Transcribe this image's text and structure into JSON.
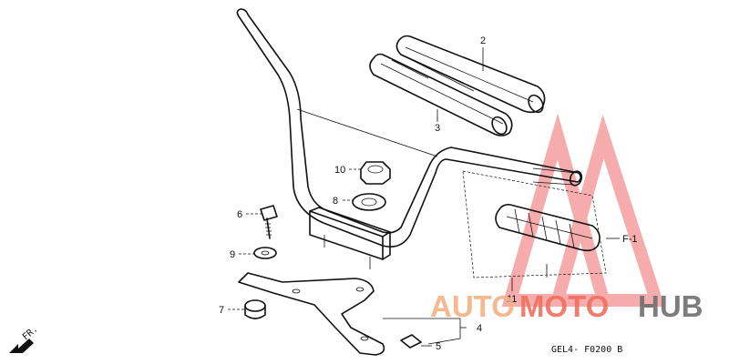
{
  "callouts": {
    "c2": "2",
    "c3": "3",
    "c10": "10",
    "c8": "8",
    "c6": "6",
    "c9": "9",
    "c7": "7",
    "c4": "4",
    "c5": "5",
    "c11": "11",
    "cF1": "F-1"
  },
  "direction_label": "FR.",
  "diagram_code": "GEL4- F0200 B",
  "watermark": {
    "part1": "AUTO",
    "part2": "MOTO",
    "part3": "HUB",
    "color_part1": "#f4b183",
    "color_part2": "#f07060",
    "color_part3": "#6f6f6f",
    "triangle_color": "#f06a6a"
  }
}
